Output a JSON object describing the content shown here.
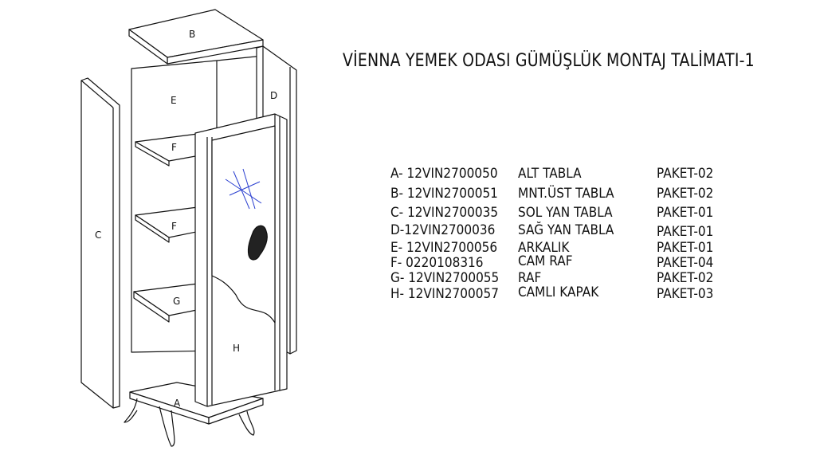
{
  "title": "VİENNA YEMEK ODASI GÜMÜŞLÜK MONTAJ TALİMATI-1",
  "part_labels": {
    "A": "A",
    "B": "B",
    "C": "C",
    "D": "D",
    "E": "E",
    "F1": "F",
    "F2": "F",
    "G": "G",
    "H": "H"
  },
  "parts": [
    {
      "code": "A- 12VIN2700050",
      "name": "ALT TABLA",
      "package": "PAKET-02"
    },
    {
      "code": "B- 12VIN2700051",
      "name": "MNT.ÜST TABLA",
      "package": "PAKET-02"
    },
    {
      "code": "C- 12VIN2700035",
      "name": "SOL YAN TABLA",
      "package": "PAKET-01"
    },
    {
      "code": "D-12VIN2700036",
      "name": "SAĞ YAN TABLA",
      "package": "PAKET-01"
    },
    {
      "code": "E- 12VIN2700056",
      "name": "ARKALIK",
      "package": "PAKET-01"
    },
    {
      "code": "F- 0220108316",
      "name": "CAM RAF",
      "package": "PAKET-04"
    },
    {
      "code": "G- 12VIN2700055",
      "name": "RAF",
      "package": "PAKET-02"
    },
    {
      "code": "H- 12VIN2700057",
      "name": "CAMLI KAPAK",
      "package": "PAKET-03"
    }
  ],
  "colors": {
    "line": "#111111",
    "glass": "#2a3fd0"
  }
}
